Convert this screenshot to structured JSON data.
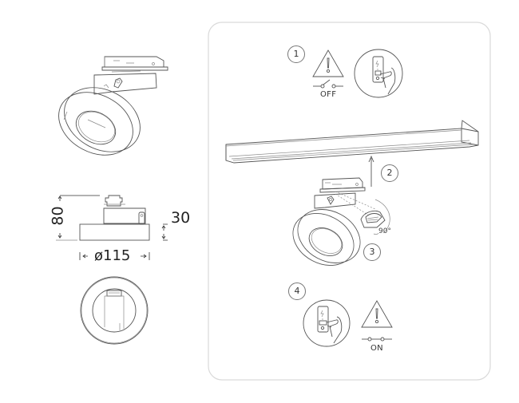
{
  "diagram": {
    "type": "installation-instructions",
    "subject": "track-mounted round spotlight",
    "left_panel": {
      "views": [
        "perspective-view",
        "side-view-dimensions",
        "front-view"
      ],
      "dimensions": {
        "height_label": "80",
        "body_height_label": "30",
        "diameter_label": "ø115"
      }
    },
    "right_panel": {
      "steps": [
        {
          "number": "1",
          "description": "Switch power off",
          "switch_label": "OFF",
          "icons": [
            "warning-triangle-icon",
            "switch-off-icon",
            "hand-pressing-switch-icon"
          ]
        },
        {
          "number": "2",
          "description": "Insert adapter into track",
          "icons": [
            "up-arrow-icon"
          ]
        },
        {
          "number": "3",
          "description": "Rotate locking lever",
          "angle_label": "90°"
        },
        {
          "number": "4",
          "description": "Switch power on",
          "switch_label": "ON",
          "icons": [
            "hand-pressing-switch-icon",
            "warning-triangle-icon",
            "switch-on-icon"
          ]
        }
      ]
    },
    "colors": {
      "line": "#555555",
      "frame": "#d9d9d9",
      "text": "#2a2a2a",
      "background": "#ffffff"
    }
  }
}
